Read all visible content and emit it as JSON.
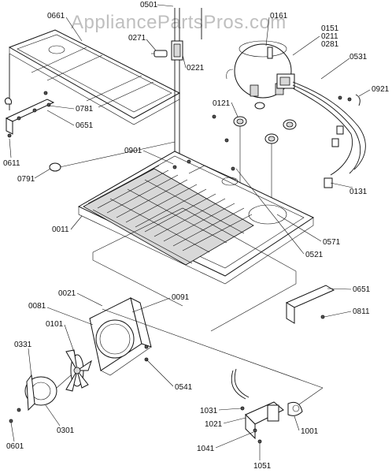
{
  "watermark": "AppliancePartsPros.com",
  "labels": [
    {
      "id": "0501",
      "text": "0501"
    },
    {
      "id": "0161",
      "text": "0161"
    },
    {
      "id": "0151",
      "text": "0151"
    },
    {
      "id": "0211",
      "text": "0211"
    },
    {
      "id": "0281",
      "text": "0281"
    },
    {
      "id": "0661",
      "text": "0661"
    },
    {
      "id": "0271",
      "text": "0271"
    },
    {
      "id": "0221",
      "text": "0221"
    },
    {
      "id": "0531",
      "text": "0531"
    },
    {
      "id": "0921",
      "text": "0921"
    },
    {
      "id": "0121",
      "text": "0121"
    },
    {
      "id": "0781",
      "text": "0781"
    },
    {
      "id": "0651a",
      "text": "0651"
    },
    {
      "id": "0611",
      "text": "0611"
    },
    {
      "id": "0901",
      "text": "0901"
    },
    {
      "id": "0791",
      "text": "0791"
    },
    {
      "id": "0131",
      "text": "0131"
    },
    {
      "id": "0011",
      "text": "0011"
    },
    {
      "id": "0571",
      "text": "0571"
    },
    {
      "id": "0521",
      "text": "0521"
    },
    {
      "id": "0651b",
      "text": "0651"
    },
    {
      "id": "0811",
      "text": "0811"
    },
    {
      "id": "0021",
      "text": "0021"
    },
    {
      "id": "0091",
      "text": "0091"
    },
    {
      "id": "0081",
      "text": "0081"
    },
    {
      "id": "0101",
      "text": "0101"
    },
    {
      "id": "0331",
      "text": "0331"
    },
    {
      "id": "0541",
      "text": "0541"
    },
    {
      "id": "0301",
      "text": "0301"
    },
    {
      "id": "0601",
      "text": "0601"
    },
    {
      "id": "1031",
      "text": "1031"
    },
    {
      "id": "1021",
      "text": "1021"
    },
    {
      "id": "1001",
      "text": "1001"
    },
    {
      "id": "1041",
      "text": "1041"
    },
    {
      "id": "1051",
      "text": "1051"
    }
  ]
}
